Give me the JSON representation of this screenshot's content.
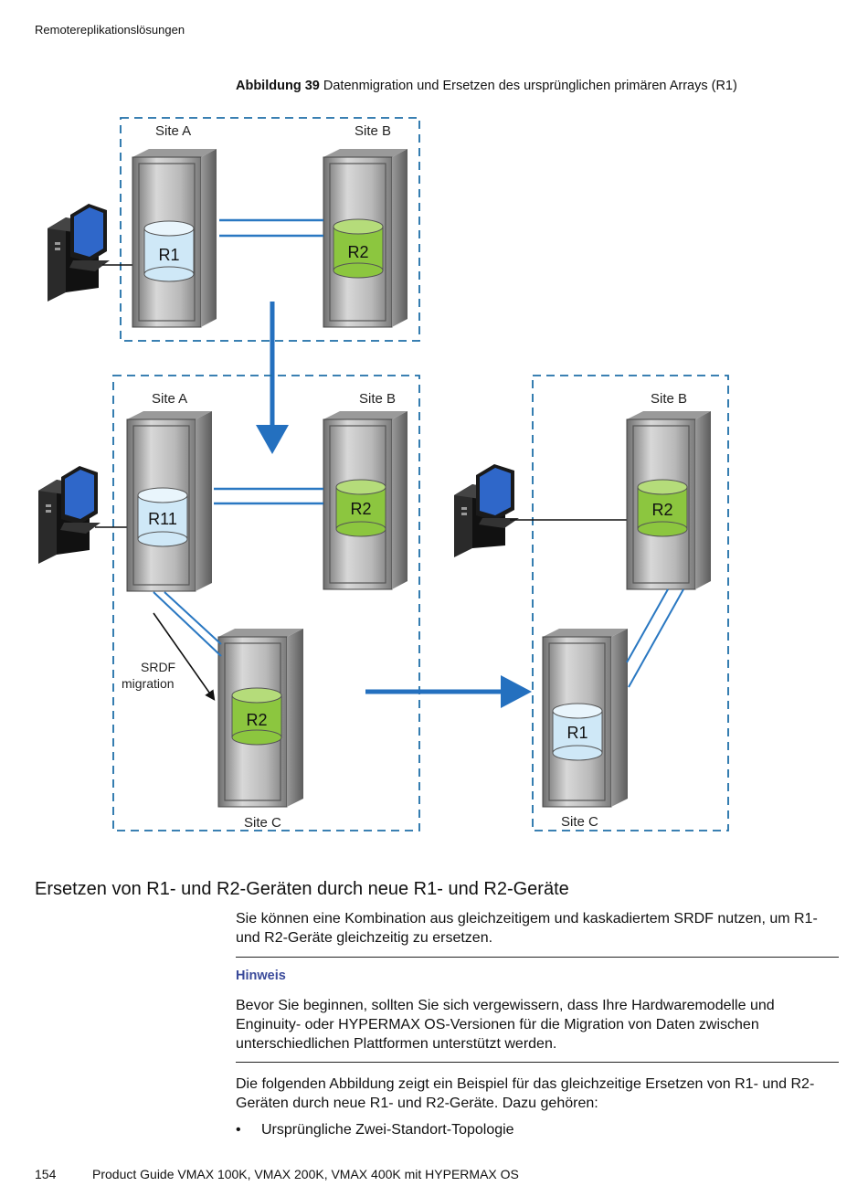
{
  "header": {
    "running_title": "Remotereplikationslösungen"
  },
  "figure": {
    "label": "Abbildung 39",
    "caption": "Datenmigration und Ersetzen des ursprünglichen primären Arrays (R1)",
    "diagram": {
      "top_panel": {
        "site_a": "Site A",
        "site_b": "Site B",
        "disk_a": "R1",
        "disk_b": "R2"
      },
      "bottom_left_panel": {
        "site_a": "Site A",
        "site_b": "Site B",
        "site_c": "Site C",
        "disk_a": "R11",
        "disk_b": "R2",
        "disk_c": "R2",
        "migration_label_line1": "SRDF",
        "migration_label_line2": "migration"
      },
      "bottom_right_panel": {
        "site_b": "Site B",
        "site_c": "Site C",
        "disk_b": "R2",
        "disk_c": "R1"
      },
      "colors": {
        "dashed_border": "#1f6fa8",
        "link_line": "#2a78c2",
        "arrow": "#2470bf",
        "disk_r1": "#cfe8f7",
        "disk_r2": "#8cc63f"
      }
    }
  },
  "section": {
    "heading": "Ersetzen von R1- und R2-Geräten durch neue R1- und R2-Geräte",
    "intro": "Sie können eine Kombination aus gleichzeitigem und kaskadiertem SRDF nutzen, um R1- und R2-Geräte gleichzeitig zu ersetzen.",
    "note": {
      "label": "Hinweis",
      "text": "Bevor Sie beginnen, sollten Sie sich vergewissern, dass Ihre Hardwaremodelle und Enginuity- oder HYPERMAX OS-Versionen für die Migration von Daten zwischen unterschiedlichen Plattformen unterstützt werden."
    },
    "after_note": "Die folgenden Abbildung zeigt ein Beispiel für das gleichzeitige Ersetzen von R1- und R2-Geräten durch neue R1- und R2-Geräte. Dazu gehören:",
    "bullets": [
      "Ursprüngliche Zwei-Standort-Topologie"
    ]
  },
  "footer": {
    "page_number": "154",
    "doc_title": "Product Guide  VMAX 100K, VMAX 200K, VMAX 400K mit HYPERMAX OS"
  }
}
